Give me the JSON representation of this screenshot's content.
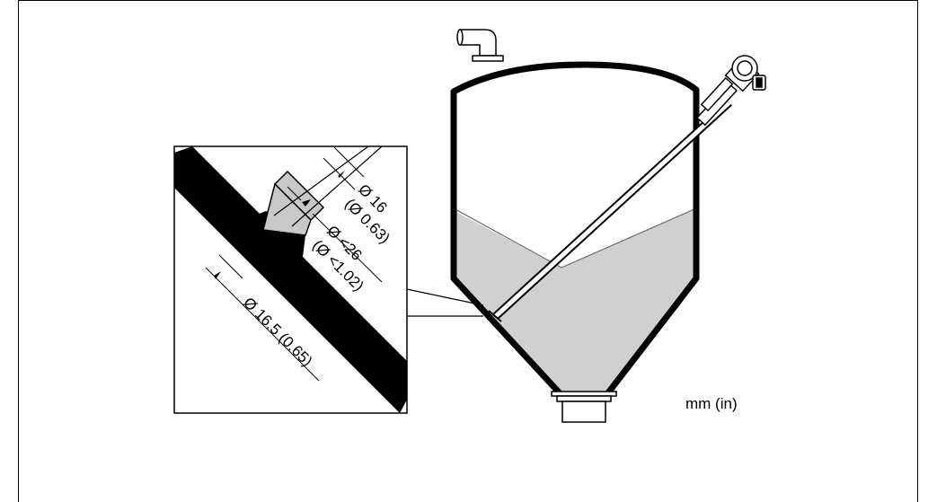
{
  "units_label": "mm (in)",
  "dimensions": {
    "rod_diameter": "Ø 16",
    "rod_diameter_in": "(Ø 0.63)",
    "sleeve_diameter": "Ø <26",
    "sleeve_diameter_in": "(Ø <1.02)",
    "hole_diameter": "Ø 16.5 (0.65)"
  },
  "colors": {
    "product": "#d0d0d0",
    "wall": "#000000",
    "detail_fill": "#c8c8c8"
  }
}
